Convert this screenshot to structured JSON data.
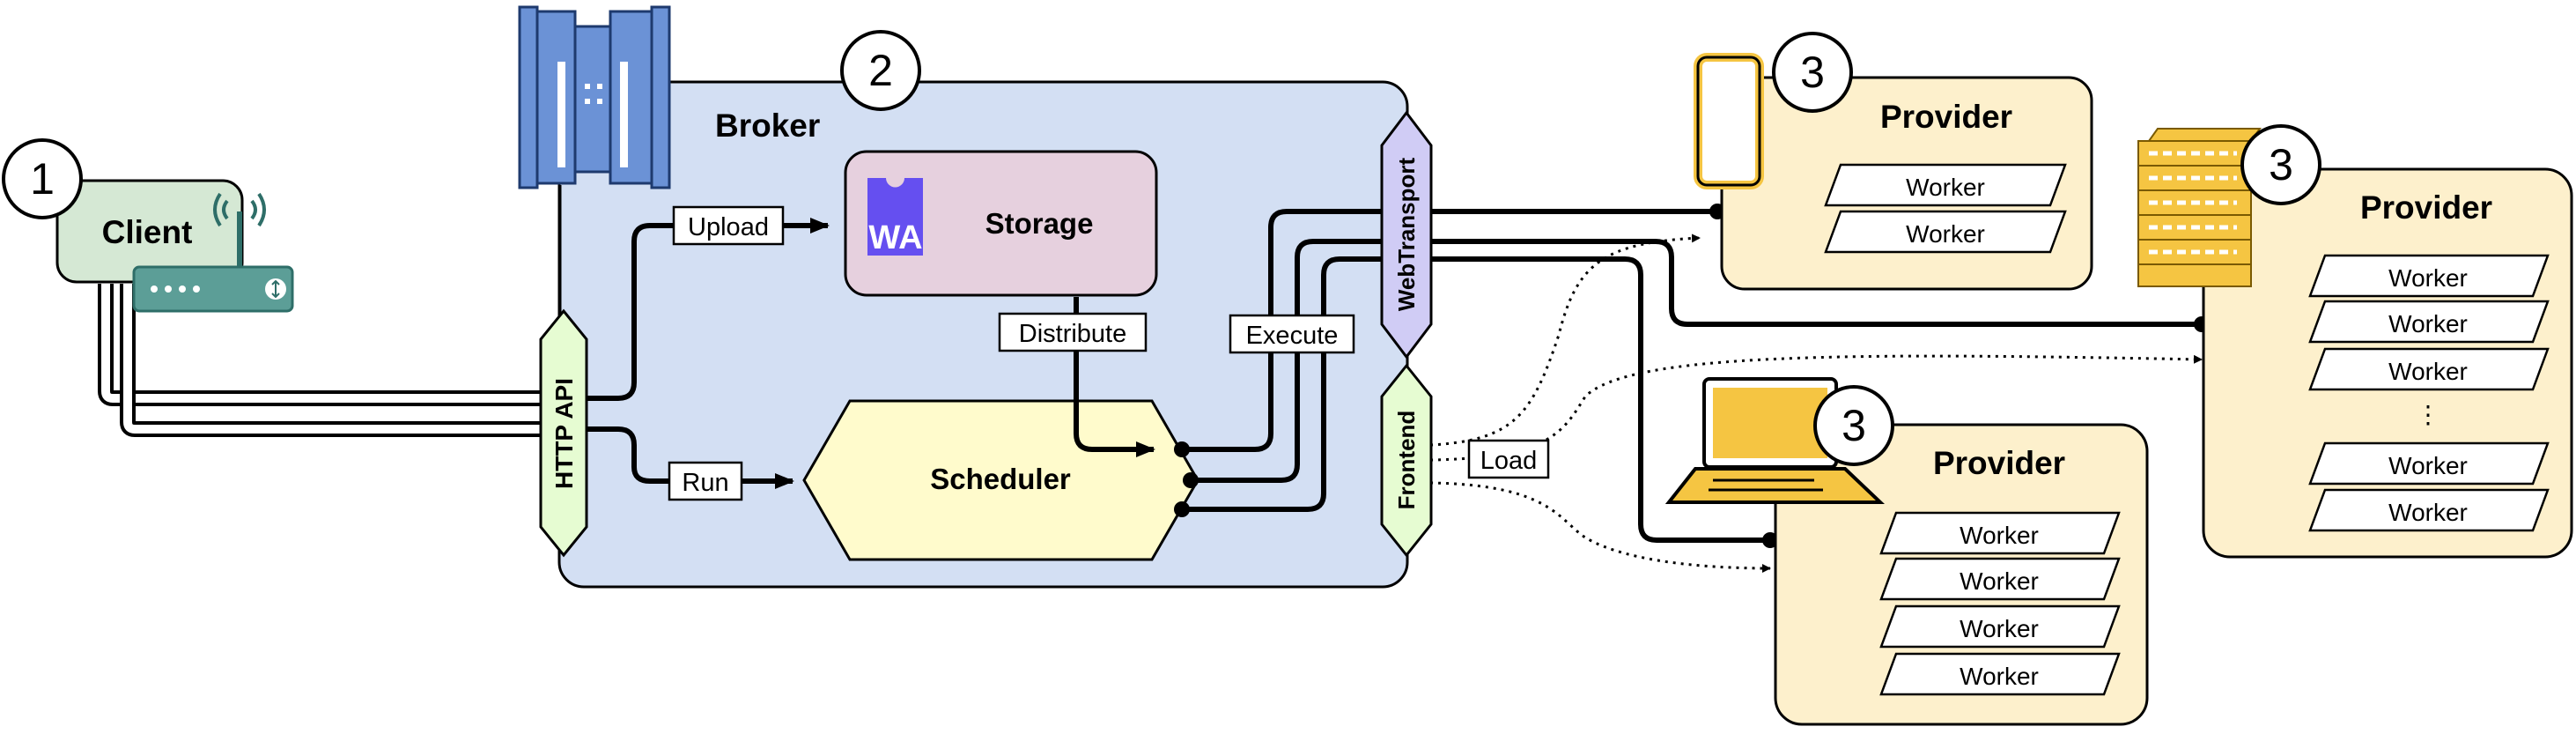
{
  "client": {
    "number": "1",
    "title": "Client"
  },
  "broker": {
    "number": "2",
    "title": "Broker"
  },
  "storage": {
    "title": "Storage",
    "logo_text": "WA"
  },
  "scheduler": {
    "title": "Scheduler"
  },
  "interfaces": {
    "http_api": "HTTP API",
    "webtransport": "WebTransport",
    "frontend": "Frontend"
  },
  "edges": {
    "upload": "Upload",
    "run": "Run",
    "distribute": "Distribute",
    "execute": "Execute",
    "load": "Load"
  },
  "provider_phone": {
    "number": "3",
    "title": "Provider",
    "workers": [
      "Worker",
      "Worker"
    ]
  },
  "provider_server": {
    "number": "3",
    "title": "Provider",
    "workers": [
      "Worker",
      "Worker",
      "Worker",
      "⋮",
      "Worker",
      "Worker"
    ]
  },
  "provider_laptop": {
    "number": "3",
    "title": "Provider",
    "workers": [
      "Worker",
      "Worker",
      "Worker",
      "Worker"
    ]
  },
  "colors": {
    "broker_fill": "#d3dff3",
    "client_fill": "#d5e8d4",
    "storage_fill": "#e6d0de",
    "scheduler_fill": "#fffbcc",
    "provider_fill": "#fdf0cc",
    "webtransport_fill": "#d0ccf5",
    "hex_green_fill": "#e6fcd2",
    "wa_purple": "#654ff0",
    "router_teal": "#5c9e97",
    "building_blue": "#6b92d6",
    "device_yellow": "#f5c542"
  }
}
